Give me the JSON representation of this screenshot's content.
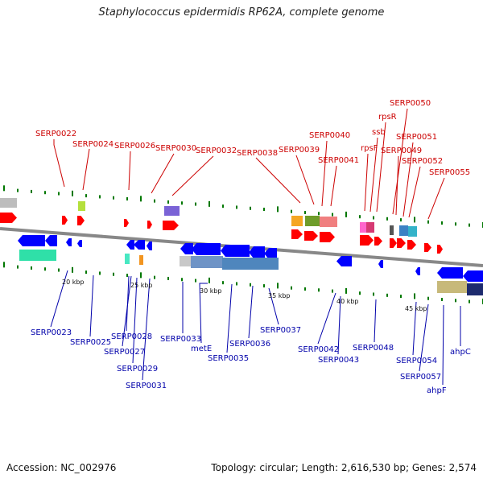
{
  "title": "Staphylococcus epidermidis RP62A, complete genome",
  "footer": {
    "accession": "Accession: NC_002976",
    "summary": "Topology: circular; Length: 2,616,530 bp; Genes: 2,574"
  },
  "colors": {
    "forward_label": "#cc0000",
    "reverse_label": "#0000aa",
    "backbone": "#888888",
    "forward_gene": "#ff0000",
    "reverse_gene": "#0000ff",
    "tick": "#006600"
  },
  "forward_labels": [
    "SERP0022",
    "SERP0024",
    "SERP0026",
    "SERP0030",
    "SERP0032",
    "SERP0038",
    "SERP0039",
    "SERP0040",
    "SERP0041",
    "rpsF",
    "ssb",
    "rpsR",
    "SERP0050",
    "SERP0049",
    "SERP0051",
    "SERP0052",
    "SERP0055"
  ],
  "reverse_labels": [
    "SERP0023",
    "SERP0025",
    "SERP0028",
    "SERP0027",
    "SERP0029",
    "SERP0031",
    "SERP0033",
    "metE",
    "SERP0035",
    "SERP0036",
    "SERP0037",
    "SERP0042",
    "SERP0043",
    "SERP0048",
    "SERP0054",
    "SERP0057",
    "ahpF",
    "ahpC"
  ],
  "kbp_labels": [
    "20 kbp",
    "25 kbp",
    "30 kbp",
    "35 kbp",
    "40 kbp",
    "45 kbp"
  ]
}
